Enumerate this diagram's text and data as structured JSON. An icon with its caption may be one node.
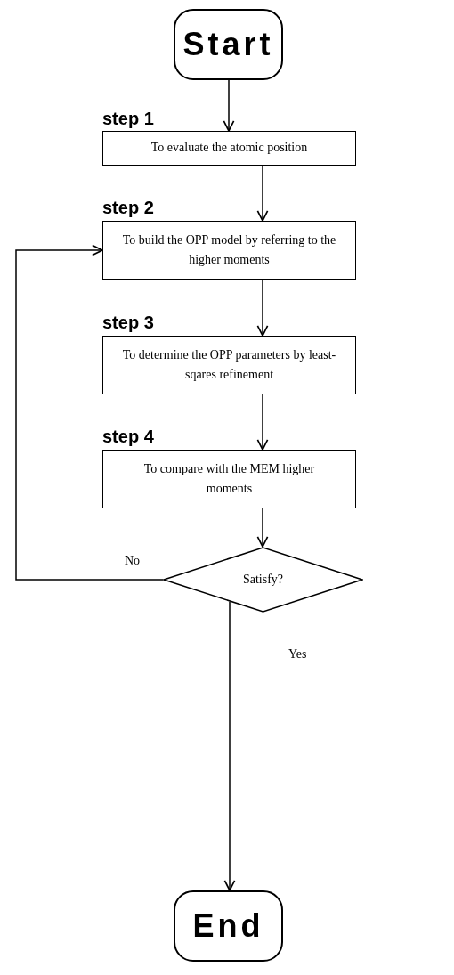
{
  "diagram": {
    "nodes": [
      {
        "text": [
          "Start"
        ]
      },
      {
        "text": [
          "step 1",
          "To evaluate the atomic position"
        ]
      },
      {
        "text": [
          "step 2",
          "To build the OPP model by referring to the higher moments"
        ]
      },
      {
        "text": [
          "step 3",
          "To determine the OPP parameters by least-sqares refinement"
        ]
      },
      {
        "text": [
          "step 4",
          "To compare with the MEM higher moments"
        ]
      },
      {
        "text": [
          "Satisfy?"
        ]
      },
      {
        "text": [
          "End"
        ]
      }
    ],
    "edges": [
      {
        "from": 0,
        "to": 1,
        "arrow": "to"
      },
      {
        "from": 1,
        "to": 2,
        "arrow": "to"
      },
      {
        "from": 2,
        "to": 3,
        "arrow": "to"
      },
      {
        "from": 3,
        "to": 4,
        "arrow": "to"
      },
      {
        "from": 4,
        "to": 5,
        "arrow": "to"
      },
      {
        "from": 5,
        "to": 6,
        "arrow": "to",
        "label": "Yes"
      },
      {
        "from": 5,
        "to": 2,
        "arrow": "to",
        "label": "No"
      }
    ]
  }
}
